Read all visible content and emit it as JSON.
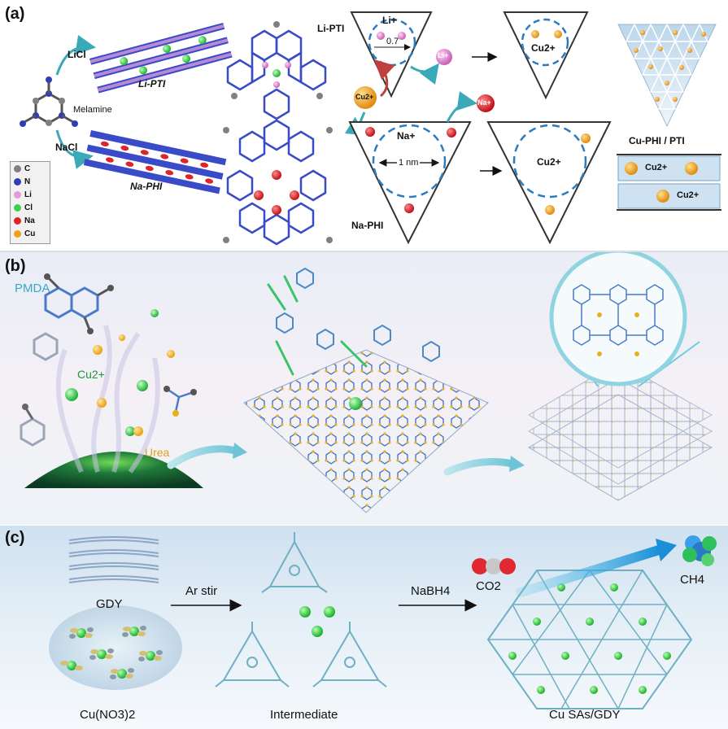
{
  "panel_a": {
    "tag": "(a)",
    "licl": "LiCl",
    "nacl": "NaCl",
    "melamine": "Melamine",
    "li_pti_chain": "Li-PTI",
    "na_phi_chain": "Na-PHI",
    "li_pti_struct": "Li-PTI",
    "na_phi_struct": "Na-PHI",
    "li_ion": "Li+",
    "li_ion_out": "Li+",
    "pore_small": "0.7",
    "cu_ion_center": "Cu2+",
    "cu_ion_incoming": "Cu2+",
    "na_ion": "Na+",
    "na_ion_out": "Na+",
    "pore_large": "1 nm",
    "cu_ion_large": "Cu2+",
    "cu_phi_pti": "Cu-PHI / PTI",
    "layer_cu_1": "Cu2+",
    "layer_cu_2": "Cu2+",
    "legend": [
      {
        "label": "C",
        "color": "#808080"
      },
      {
        "label": "N",
        "color": "#2f3fb0"
      },
      {
        "label": "Li",
        "color": "#e39ad6"
      },
      {
        "label": "Cl",
        "color": "#3ccf4e"
      },
      {
        "label": "Na",
        "color": "#e0222a"
      },
      {
        "label": "Cu",
        "color": "#f0a020"
      }
    ]
  },
  "panel_b": {
    "tag": "(b)",
    "pmda": "PMDA",
    "cu_ion": "Cu2+",
    "urea": "Urea"
  },
  "panel_c": {
    "tag": "(c)",
    "gdy": "GDY",
    "cu_nitrate": "Cu(NO3)2",
    "ar_stir": "Ar stir",
    "nabh4": "NaBH4",
    "intermediate": "Intermediate",
    "co2": "CO2",
    "ch4": "CH4",
    "cu_sas_gdy": "Cu SAs/GDY"
  }
}
